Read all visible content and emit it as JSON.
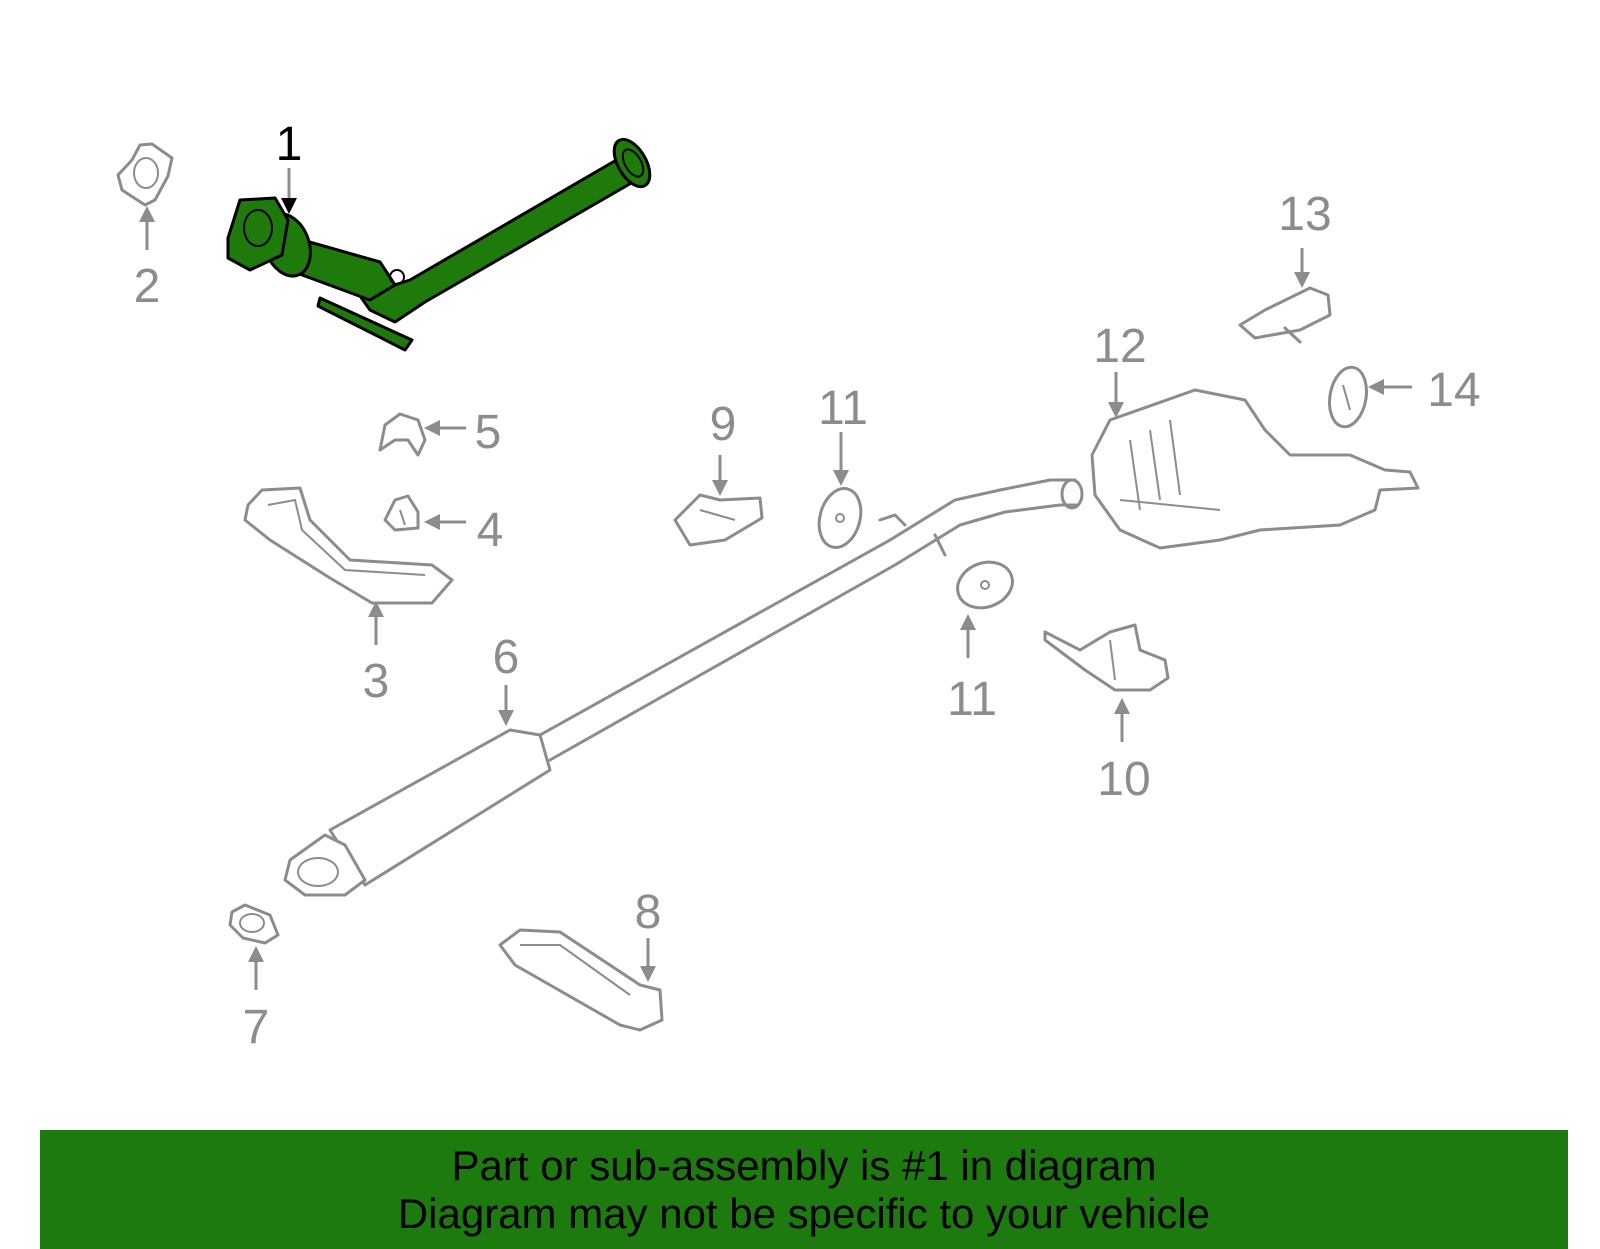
{
  "colors": {
    "highlight": "#1c7a0e",
    "parts_outline": "#8c8c8c",
    "banner": "#1c7a0e",
    "active_label": "#000000"
  },
  "callouts": {
    "c1": "1",
    "c2": "2",
    "c3": "3",
    "c4": "4",
    "c5": "5",
    "c6": "6",
    "c7": "7",
    "c8": "8",
    "c9": "9",
    "c10": "10",
    "c11a": "11",
    "c11b": "11",
    "c12": "12",
    "c13": "13",
    "c14": "14"
  },
  "highlighted_part": "1",
  "banner": {
    "line1": "Part or sub-assembly is #1 in diagram",
    "line2": "Diagram may not be specific to your vehicle"
  }
}
